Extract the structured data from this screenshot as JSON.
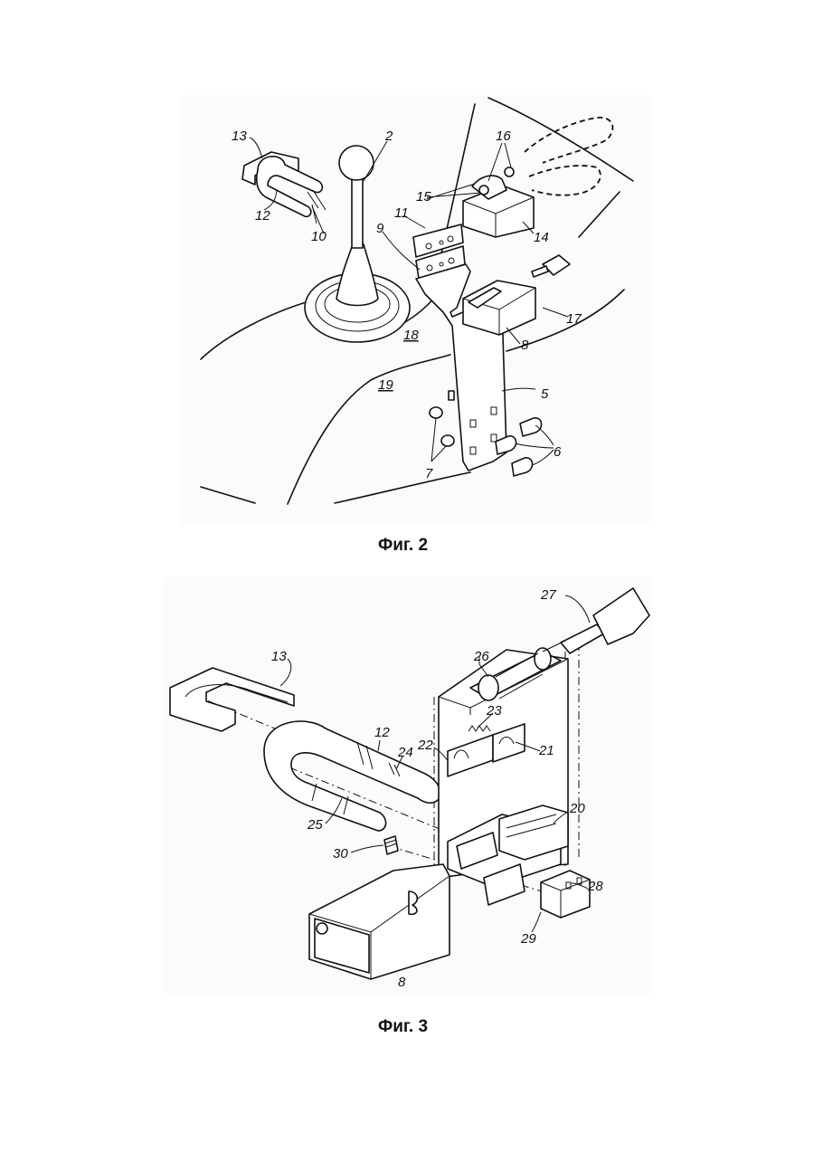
{
  "figures": [
    {
      "caption": "Фиг. 2",
      "labels": {
        "l13": "13",
        "l2": "2",
        "l16": "16",
        "l15": "15",
        "l11": "11",
        "l9": "9",
        "l12": "12",
        "l10": "10",
        "l14": "14",
        "l17": "17",
        "l8": "8",
        "l18": "18",
        "l19": "19",
        "l5": "5",
        "l6": "6",
        "l7": "7"
      }
    },
    {
      "caption": "Фиг. 3",
      "labels": {
        "l27": "27",
        "l13": "13",
        "l26": "26",
        "l23": "23",
        "l12": "12",
        "l22": "22",
        "l24": "24",
        "l21": "21",
        "l20": "20",
        "l25": "25",
        "l30": "30",
        "l28": "28",
        "l29": "29",
        "l8": "8"
      }
    }
  ]
}
